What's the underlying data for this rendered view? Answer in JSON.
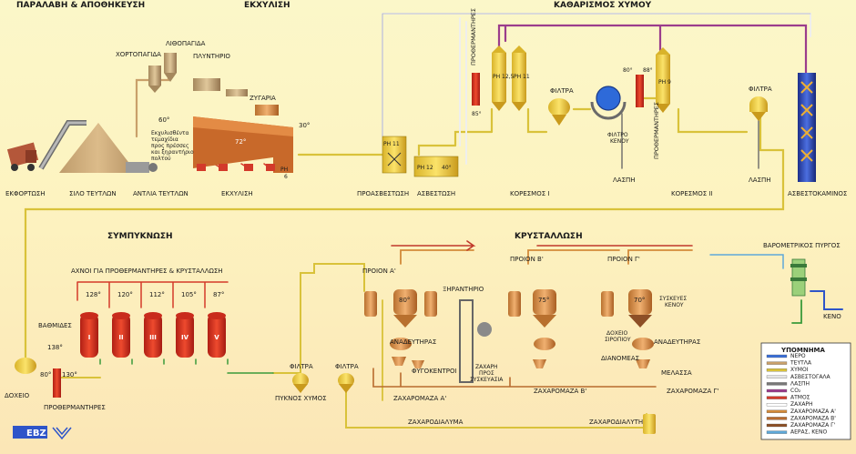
{
  "sections": {
    "reception": "ΠΑΡΑΛΑΒΗ & ΑΠΟΘΗΚΕΥΣΗ",
    "extraction": "ΕΚΧΥΛΙΣΗ",
    "purification": "ΚΑΘΑΡΙΣΜΟΣ ΧΥΜΟΥ",
    "evaporation": "ΣΥΜΠΥΚΝΩΣΗ",
    "crystallization": "ΚΡΥΣΤΑΛΛΩΣΗ"
  },
  "labels": {
    "unloading": "ΕΚΦΟΡΤΩΣΗ",
    "beet_silo": "ΣΙΛΟ ΤΕΥΤΛΩΝ",
    "beet_pump": "ΑΝΤΛΙΑ ΤΕΥΤΛΩΝ",
    "stone_trap": "ΛΙΘΟΠΑΓΙΔΑ",
    "weed_trap": "ΧΟΡΤΟΠΑΓΙΔΑ",
    "washer": "ΠΛΥΝΤΗΡΙΟ",
    "scale": "ΖΥΓΑΡΙΑ",
    "extraction": "ΕΚΧΥΛΙΣΗ",
    "cossettes_note": [
      "Εκχυλισθέντα",
      "τεμαχίδια",
      "προς πρέσσες",
      "και ξηραντήριο",
      "πολτού"
    ],
    "temp_60": "60°",
    "temp_72": "72°",
    "temp_30": "30°",
    "ph6_a": "PH",
    "ph6_b": "6",
    "pre_liming": "ΠΡΟΑΣΒΕΣΤΩΣΗ",
    "ph11_pre": "PH 11",
    "liming": "ΑΣΒΕΣΤΩΣΗ",
    "ph12": "PH 12",
    "temp_40": "40°",
    "preheaters_top": "ΠΡΟΘΕΡΜΑΝΤΗΡΕΣ",
    "temp_85": "85°",
    "ph12_5": "PH 12,5",
    "ph11": "PH 11",
    "saturation_1": "ΚΟΡΕΣΜΟΣ Ι",
    "filters_top": "ΦΙΛΤΡΑ",
    "vacuum_filter": [
      "ΦΙΛΤΡΟ",
      "ΚΕΝΟΥ"
    ],
    "sludge_1": "ΛΑΣΠΗ",
    "temp_80": "80°",
    "temp_88": "88°",
    "ph9": "PH 9",
    "preheaters_2": "ΠΡΟΘΕΡΜΑΝΤΗΡΕΣ",
    "saturation_2": "ΚΟΡΕΣΜΟΣ ΙΙ",
    "filters_right": "ΦΙΛΤΡΑ",
    "sludge_2": "ΛΑΣΠΗ",
    "lime_kiln": "ΑΣΒΕΣΤΟΚΑΜΙΝΟΣ",
    "vapours": "ΑΧΝΟΙ ΓΙΑ ΠΡΟΘΕΡΜΑΝΤΗΡΕΣ & ΚΡΥΣΤΑΛΛΩΣΗ",
    "stages": [
      "Ι",
      "ΙΙ",
      "ΙΙΙ",
      "ΙV",
      "V"
    ],
    "stage_temps": [
      "128°",
      "120°",
      "112°",
      "105°",
      "87°"
    ],
    "temp_138": "138°",
    "temp_80b": "80°",
    "temp_130": "130°",
    "steps": "ΒΑΘΜΙΔΕΣ",
    "tank": "ΔΟΧΕΙΟ",
    "preheaters_bottom": "ΠΡΟΘΕΡΜΑΝΤΗΡΕΣ",
    "filters_bottom": "ΦΙΛΤΡΑ",
    "thick_juice": "ΠΥΚΝΟΣ ΧΥΜΟΣ",
    "filters_b2": "ΦΙΛΤΡΑ",
    "product_a": "ΠΡΟΙΟΝ Α'",
    "product_b": "ΠΡΟΙΟΝ Β'",
    "product_c": "ΠΡΟΙΟΝ Γ'",
    "dryer": "ΞΗΡΑΝΤΗΡΙΟ",
    "temp_80c": "80°",
    "temp_75": "75°",
    "temp_70": "70°",
    "vacuum_vessels": [
      "ΣΥΣΚΕΥΕΣ",
      "ΚΕΝΟΥ"
    ],
    "seed_tank": [
      "ΔΟΧΕΙΟ",
      "ΣΙΡΟΠΙΟΥ"
    ],
    "mixer_1": "ΑΝΑΔΕΥΤΗΡΑΣ",
    "mixer_2": "ΑΝΑΔΕΥΤΗΡΑΣ",
    "centrifuges": "ΦΥΓΟΚΕΝΤΡΟΙ",
    "sugar_pack": [
      "ΖΑΧΑΡΗ",
      "ΠΡΟΣ",
      "ΣΥΣΚΕΥΑΣΙΑ"
    ],
    "distributor": "ΔΙΑΝΟΜΕΑΣ",
    "molasses": "ΜΕΛΑΣΣΑ",
    "massecuite_a": "ΖΑΧΑΡΟΜΑΖΑ Α'",
    "massecuite_b": "ΖΑΧΑΡΟΜΑΖΑ Β'",
    "massecuite_c": "ΖΑΧΑΡΟΜΑΖΑ Γ'",
    "sugar_melt": "ΖΑΧΑΡΟΔΙΑΛΥΜΑ",
    "sugar_dissolver": "ΖΑΧΑΡΟΔΙΑΛΥΤΗΣ",
    "baro_tower": "ΒΑΡΟΜΕΤΡΙΚΟΣ ΠΥΡΓΟΣ",
    "vacuum": "ΚΕΝΟ",
    "logo": "EBZ"
  },
  "legend": {
    "title": "ΥΠΟΜΝΗΜΑ",
    "items": [
      {
        "label": "ΝΕΡΟ",
        "color": "#3a6fd8"
      },
      {
        "label": "ΤΕΥΤΛΑ",
        "color": "#c9a06a"
      },
      {
        "label": "ΧΥΜΟΙ",
        "color": "#d9c23a"
      },
      {
        "label": "ΑΣΒΕΣΤΟΓΑΛΑ",
        "color": "#e6e6e6"
      },
      {
        "label": "ΛΑΣΠΗ",
        "color": "#777777"
      },
      {
        "label": "CO₂",
        "color": "#9b3d8c"
      },
      {
        "label": "ΑΤΜΟΣ",
        "color": "#d33a2a"
      },
      {
        "label": "ΖΑΧΑΡΗ",
        "color": "#ffffff"
      },
      {
        "label": "ΖΑΧΑΡΟΜΑΖΑ Α'",
        "color": "#d28a3a"
      },
      {
        "label": "ΖΑΧΑΡΟΜΑΖΑ Β'",
        "color": "#b86b2e"
      },
      {
        "label": "ΖΑΧΑΡΟΜΑΖΑ Γ'",
        "color": "#8d4f26"
      },
      {
        "label": "ΑΕΡΑΣ, ΚΕΝΟ",
        "color": "#5ea8d8"
      }
    ]
  }
}
